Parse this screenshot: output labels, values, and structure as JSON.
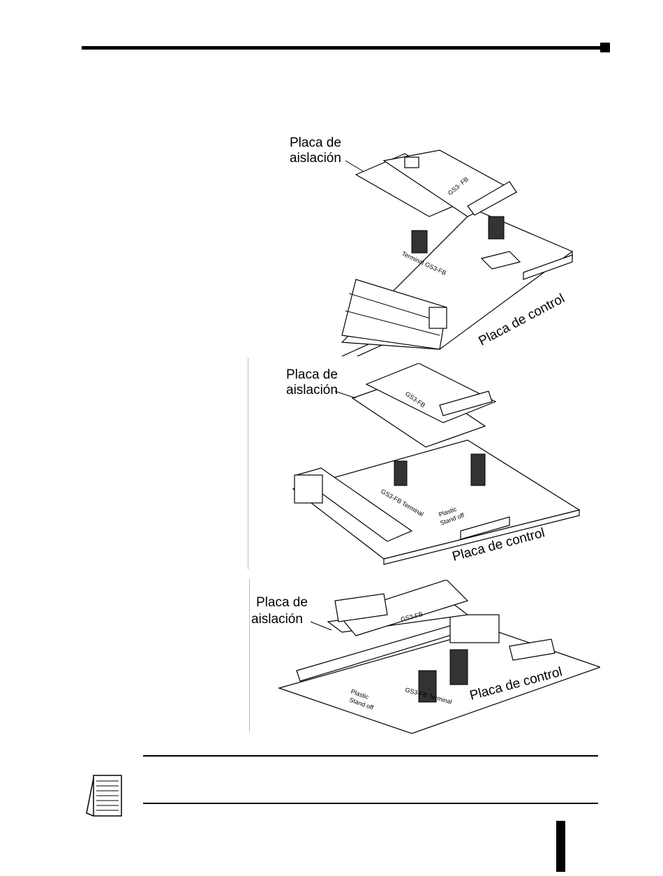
{
  "figures": [
    {
      "isolation_label": [
        "Placa de",
        "aislación"
      ],
      "board_label": "GS3- FB",
      "terminal_label": "Terminal GS3-FB",
      "control_label": "Placa de control"
    },
    {
      "isolation_label": [
        "Placa de",
        "aislación"
      ],
      "board_label": "GS3-FB",
      "terminal_label": "GS3-FB Terminal",
      "standoff_label": [
        "Plastic",
        "Stand off"
      ],
      "control_label": "Placa de control"
    },
    {
      "isolation_label": [
        "Placa de",
        "aislación"
      ],
      "board_label": "GS3-FB",
      "terminal_label": "GS3-FB Terminal",
      "standoff_label": [
        "Plastic",
        "Stand off"
      ],
      "control_label": "Placa de control"
    }
  ],
  "icons": {
    "note": "note-icon"
  }
}
